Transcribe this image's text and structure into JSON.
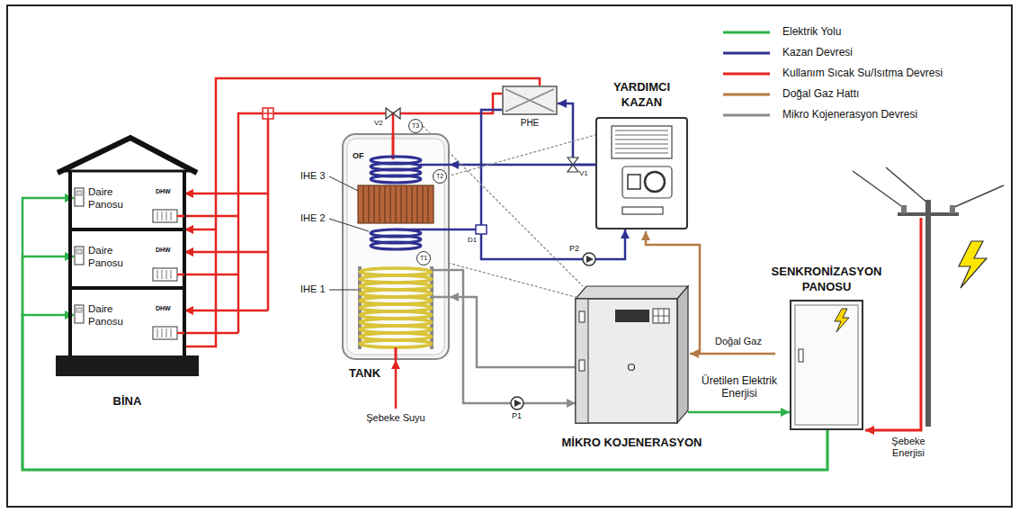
{
  "diagram": {
    "nodes": [
      {
        "text": [
          "BİNA"
        ]
      },
      {
        "text": [
          "Daire Panosu"
        ],
        "in": 0
      },
      {
        "text": [
          "Daire Panosu"
        ],
        "in": 0
      },
      {
        "text": [
          "Daire Panosu"
        ],
        "in": 0
      },
      {
        "text": [
          "TANK"
        ]
      },
      {
        "text": [
          "T3"
        ]
      },
      {
        "text": [
          "T2"
        ],
        "in": 4
      },
      {
        "text": [
          "T1"
        ],
        "in": 4
      },
      {
        "text": [
          "PHE"
        ]
      },
      {
        "text": [
          "YARDIMCI KAZAN"
        ]
      },
      {
        "text": [
          "MİKRO KOJENERASYON"
        ]
      },
      {
        "text": [
          "SENKRONİZASYON PANOSU"
        ]
      }
    ],
    "edges": [
      {
        "from": 10,
        "to": 11,
        "arrow": "to",
        "label": "Üretilen Elektrik Enerjisi"
      },
      {
        "from": 11,
        "to": 1,
        "arrow": "to"
      },
      {
        "from": 11,
        "to": 2,
        "arrow": "to"
      },
      {
        "from": 11,
        "to": 3,
        "arrow": "to"
      },
      {
        "from": 4,
        "to": 0,
        "arrow": "to"
      },
      {
        "from": 8,
        "to": 0,
        "arrow": "to"
      },
      {
        "from": 9,
        "to": 8,
        "arrow": "to"
      },
      {
        "from": 9,
        "to": 4,
        "arrow": "to"
      },
      {
        "from": 4,
        "to": 9,
        "arrow": "to"
      },
      {
        "from": 10,
        "to": 4,
        "arrow": "to"
      },
      {
        "from": 4,
        "to": 10,
        "arrow": "to"
      },
      {
        "from": 5,
        "to": 10,
        "arrow": "none"
      },
      {
        "from": 6,
        "to": 9,
        "arrow": "none"
      },
      {
        "from": 7,
        "to": 10,
        "arrow": "none"
      }
    ],
    "labels": [
      "OF",
      "IHE 3",
      "IHE 2",
      "IHE 1",
      "V2",
      "V1",
      "D1",
      "P2",
      "P1",
      "Şebeke Suyu",
      "DHW",
      "DHW",
      "DHW",
      "Doğal Gaz",
      "Şebeke Enerjisi"
    ],
    "legend": [
      {
        "text": "Elektrik Yolu",
        "color": "#2db34a"
      },
      {
        "text": "Kazan Devresi",
        "color": "#2e3192"
      },
      {
        "text": "Kullanım Sıcak Su/Isıtma Devresi",
        "color": "#e52420"
      },
      {
        "text": "Doğal Gaz Hattı",
        "color": "#b57a45"
      },
      {
        "text": "Mikro Kojenerasyon Devresi",
        "color": "#8c8c8c"
      }
    ]
  }
}
